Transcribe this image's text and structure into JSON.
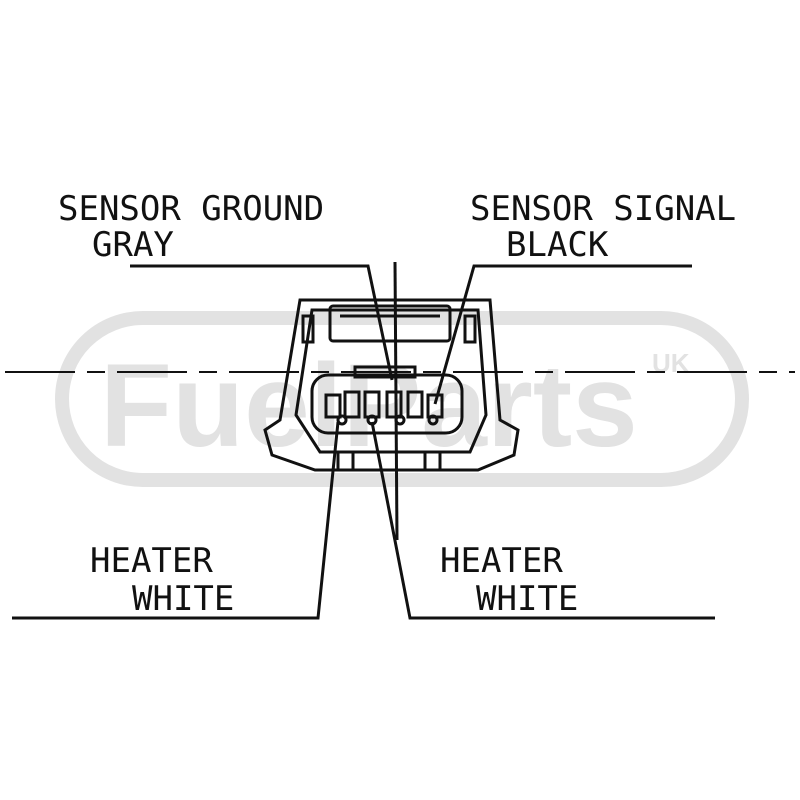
{
  "watermark": {
    "brand": "FuelParts",
    "suffix": "UK"
  },
  "labels": {
    "sensor_ground": {
      "line1": "SENSOR GROUND",
      "line2": "GRAY"
    },
    "sensor_signal": {
      "line1": "SENSOR SIGNAL",
      "line2": "BLACK"
    },
    "heater_left": {
      "line1": "HEATER",
      "line2": "WHITE"
    },
    "heater_right": {
      "line1": "HEATER",
      "line2": "WHITE"
    }
  },
  "colors": {
    "line": "#111111",
    "watermark": "#e2e2e2"
  }
}
